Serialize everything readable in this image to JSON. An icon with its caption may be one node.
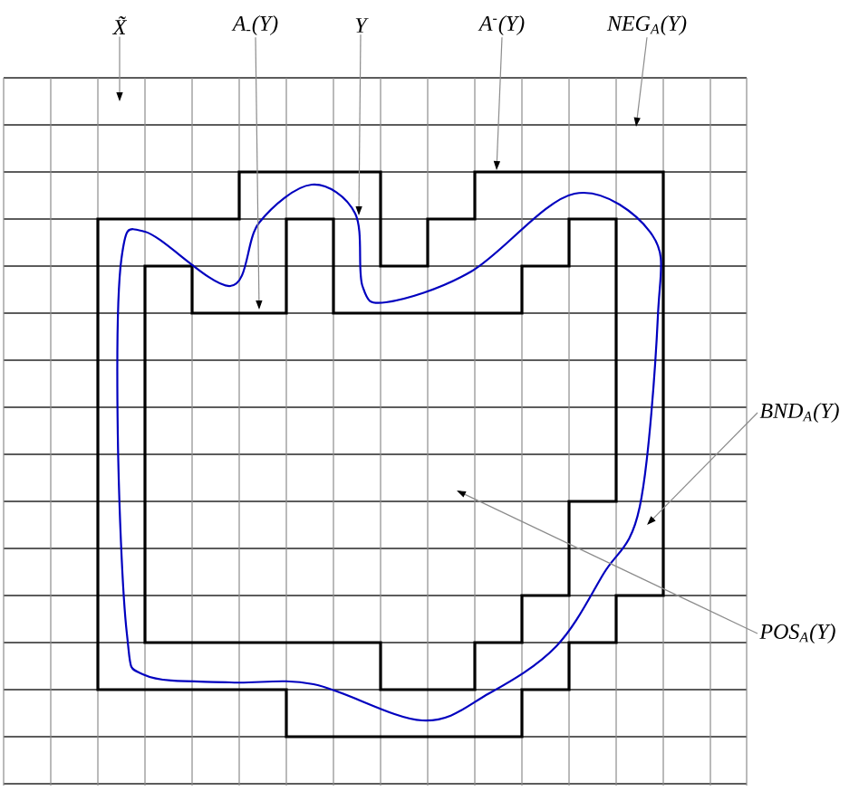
{
  "diagram": {
    "nodes": [
      {
        "text": [
          "X̃"
        ]
      },
      {
        "text": [
          "A$_{-}$(Y)"
        ]
      },
      {
        "text": [
          "Y"
        ]
      },
      {
        "text": [
          "A$^{-}$(Y)"
        ]
      },
      {
        "text": [
          "NEG$_{A}$(Y)"
        ]
      },
      {
        "text": [
          "BND$_{A}$(Y)"
        ]
      },
      {
        "text": [
          "POS$_{A}$(Y)"
        ]
      }
    ],
    "edges": [
      {
        "from": 0,
        "to": null,
        "arrow": "to"
      },
      {
        "from": 1,
        "to": null,
        "arrow": "to"
      },
      {
        "from": 2,
        "to": null,
        "arrow": "to"
      },
      {
        "from": 3,
        "to": null,
        "arrow": "to"
      },
      {
        "from": 4,
        "to": null,
        "arrow": "to"
      },
      {
        "from": 5,
        "to": null,
        "arrow": "to"
      },
      {
        "from": 6,
        "to": null,
        "arrow": "to"
      }
    ]
  }
}
